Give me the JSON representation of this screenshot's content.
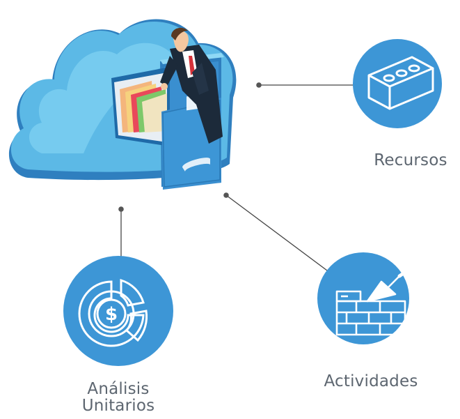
{
  "colors": {
    "node": "#3d96d6",
    "cloud_light": "#7fd2f2",
    "cloud_mid": "#5cb9e6",
    "cloud_dark": "#2f7fbf",
    "cabinet": "#3a8fd0",
    "connector": "#444444",
    "label_text": "#5d6670"
  },
  "center": {
    "icon": "cloud-file-cabinet-businessman"
  },
  "nodes": [
    {
      "id": "recursos",
      "label": "Recursos",
      "icon": "brick-icon"
    },
    {
      "id": "actividades",
      "label": "Actividades",
      "icon": "trowel-brick-wall-icon"
    },
    {
      "id": "analisis",
      "label_lines": [
        "Análisis",
        "Unitarios"
      ],
      "icon": "dollar-pie-chart-icon"
    }
  ]
}
